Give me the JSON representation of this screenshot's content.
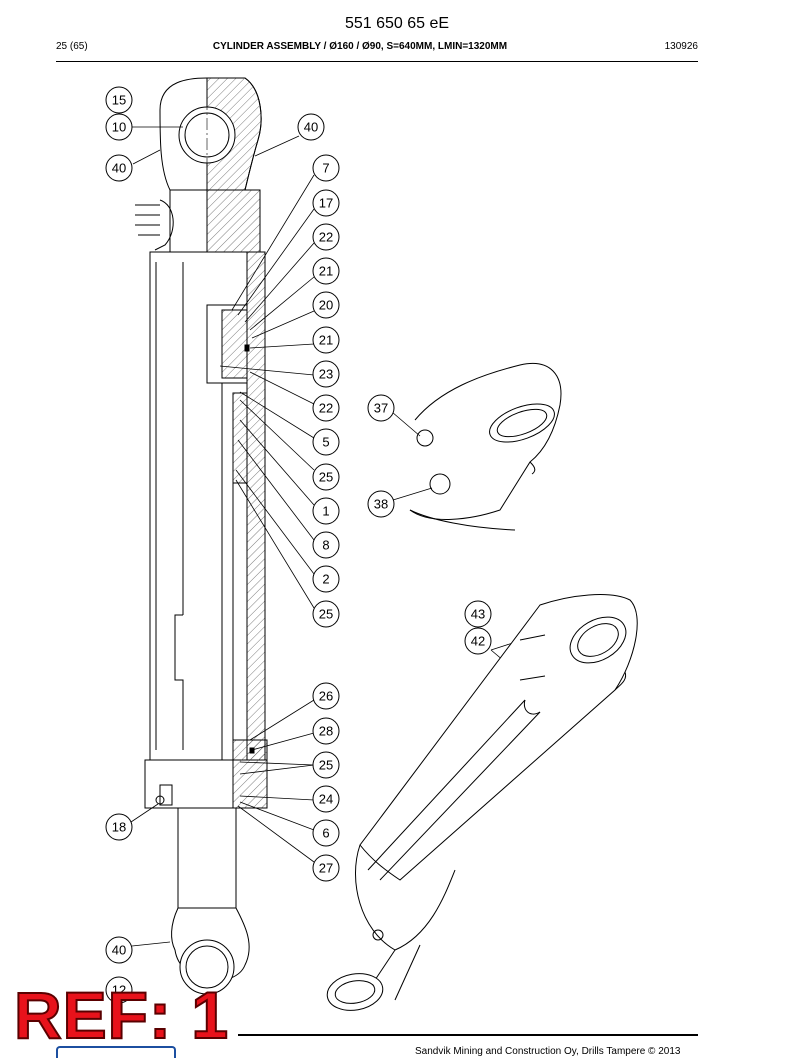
{
  "header": {
    "doc_number": "551 650 65 eE",
    "page": "25 (65)",
    "title": "CYLINDER ASSEMBLY / Ø160 / Ø90, S=640MM, LMIN=1320MM",
    "date": "130926"
  },
  "callouts": {
    "c15": "15",
    "c10": "10",
    "c40a": "40",
    "c40b": "40",
    "c7": "7",
    "c17": "17",
    "c22a": "22",
    "c21a": "21",
    "c20": "20",
    "c21b": "21",
    "c23": "23",
    "c22b": "22",
    "c5": "5",
    "c25a": "25",
    "c1": "1",
    "c8": "8",
    "c2": "2",
    "c25b": "25",
    "c26": "26",
    "c28": "28",
    "c25c": "25",
    "c24": "24",
    "c6": "6",
    "c27": "27",
    "c18": "18",
    "c40c": "40",
    "c12": "12",
    "c37": "37",
    "c38": "38",
    "c43": "43",
    "c42": "42"
  },
  "stamp": "REF: 1",
  "footer": "Sandvik Mining and Construction Oy, Drills Tampere © 2013"
}
